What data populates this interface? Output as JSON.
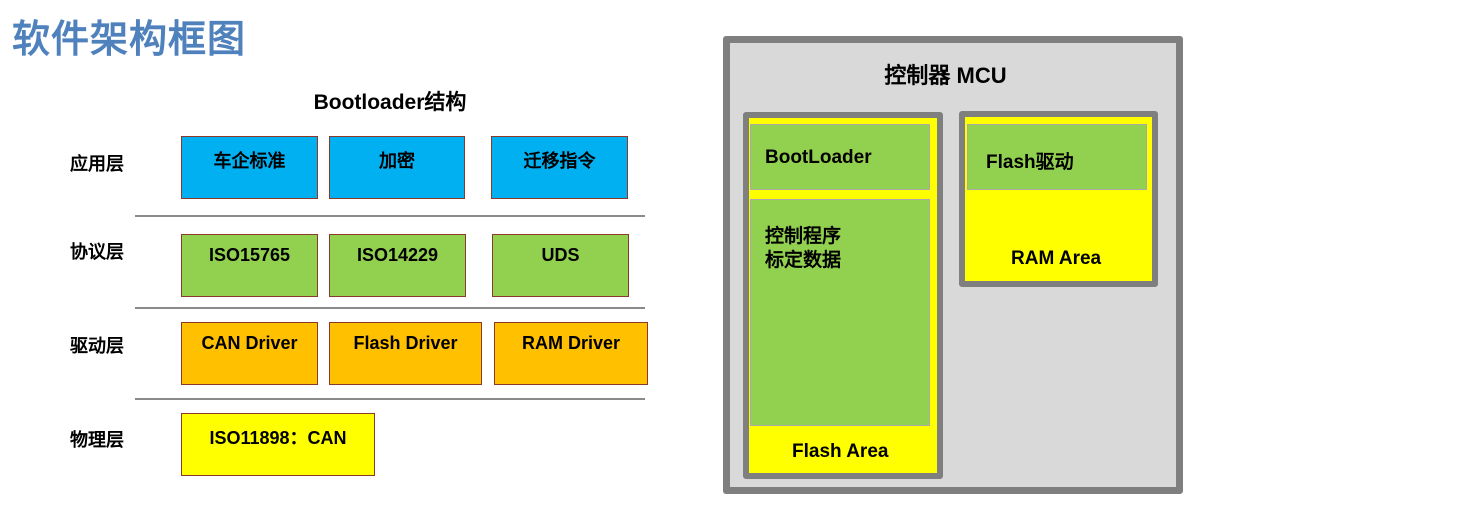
{
  "page_title": "软件架构框图",
  "bootloader": {
    "title": "Bootloader结构",
    "layers": {
      "application": {
        "label": "应用层",
        "boxes": [
          "车企标准",
          "加密",
          "迁移指令"
        ],
        "color": "#00b0f0"
      },
      "protocol": {
        "label": "协议层",
        "boxes": [
          "ISO15765",
          "ISO14229",
          "UDS"
        ],
        "color": "#92d050"
      },
      "driver": {
        "label": "驱动层",
        "boxes": [
          "CAN Driver",
          "Flash Driver",
          "RAM Driver"
        ],
        "color": "#ffc000"
      },
      "physical": {
        "label": "物理层",
        "boxes": [
          "ISO11898：CAN"
        ],
        "color": "#ffff00"
      }
    }
  },
  "mcu": {
    "title": "控制器 MCU",
    "flash_area": {
      "label": "Flash Area",
      "bootloader_label": "BootLoader",
      "app_lines": [
        "控制程序",
        "标定数据"
      ]
    },
    "ram_area": {
      "label": "RAM Area",
      "flash_driver_label": "Flash驱动"
    }
  },
  "colors": {
    "title_blue": "#4f81bd",
    "frame_gray": "#7f7f7f",
    "mcu_bg": "#d9d9d9"
  }
}
